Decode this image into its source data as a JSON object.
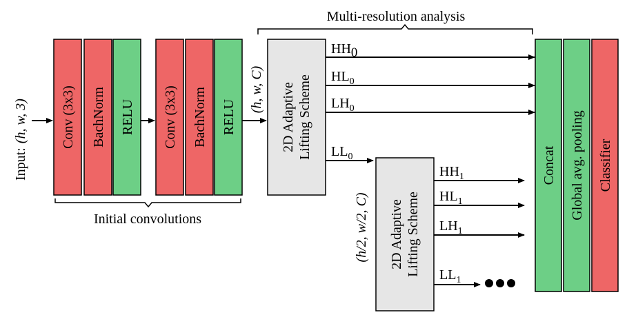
{
  "colors": {
    "conv": "#ee6666",
    "batchnorm": "#ee6666",
    "relu": "#6dcf86",
    "lifting": "#e6e6e6",
    "concat": "#6dcf86",
    "pooling": "#6dcf86",
    "classifier": "#ee6666",
    "stroke": "#000000"
  },
  "input": {
    "prefix": "Input:",
    "shape": "(h, w, 3)"
  },
  "initial_convolutions": {
    "label": "Initial convolutions",
    "blocks": [
      "Conv (3x3)",
      "BachNorm",
      "RELU",
      "Conv (3x3)",
      "BachNorm",
      "RELU"
    ]
  },
  "shape_after_convs": "(h, w, C)",
  "multi_resolution": {
    "label": "Multi-resolution analysis",
    "lifting_1": {
      "line1": "2D Adaptive",
      "line2": "Lifting Scheme"
    },
    "lifting_2": {
      "line1": "2D Adaptive",
      "line2": "Lifting Scheme"
    },
    "shape_level_1": "(h/2, w/2, C)",
    "level0": {
      "hh": {
        "base": "HH",
        "sub": "0"
      },
      "hl": {
        "base": "HL",
        "sub": "0"
      },
      "lh": {
        "base": "LH",
        "sub": "0"
      },
      "ll": {
        "base": "LL",
        "sub": "0"
      }
    },
    "level1": {
      "hh": {
        "base": "HH",
        "sub": "1"
      },
      "hl": {
        "base": "HL",
        "sub": "1"
      },
      "lh": {
        "base": "LH",
        "sub": "1"
      },
      "ll": {
        "base": "LL",
        "sub": "1"
      }
    }
  },
  "head": {
    "concat": "Concat",
    "pooling": "Global avg. pooling",
    "classifier": "Classifier"
  }
}
